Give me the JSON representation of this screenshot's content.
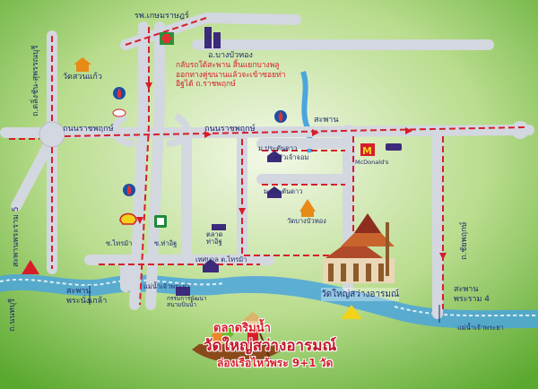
{
  "map": {
    "colors": {
      "background": "#7cc24a",
      "road": "#d3d7df",
      "route": "#d61e2a",
      "river": "#4ba5dd",
      "label": "#1c2a6b"
    },
    "labels": {
      "hospital": "รพ.เกษมราษฎร์",
      "district_office": "อ.บางบัวทอง",
      "wat_suan_kaeo": "วัดสวนแก้ว",
      "chaiyaphruek_road": "ถ.ตลิ่งชัน-สุพรรณบุรี",
      "ratchaphruek_left": "ถนนราชพฤกษ์",
      "ratchaphruek_mid": "ถนนราชพฤกษ์",
      "bridge_top": "สะพาน",
      "moo_ban_1": "ม.ประตันดาว",
      "chiang_mai_1": "ครัวเจ้าจอม",
      "moo_ban_2": "ม.ประตันดาว",
      "wat_bang_bua_thong": "วัดบางบัวทอง",
      "soi_saima": "ซ.ไทรม้า",
      "soi_tha_it": "ซ.ท่าอิฐ",
      "market_tha_it": "ตลาด\nท่าอิฐ",
      "municipality": "เทศบาล ต.ไทรม้า",
      "rama5_bridge": "สะพานพระราม 5",
      "pak_kret_road": "ถ.นนทบุรี",
      "bridge_nangklao": "สะพาน\nพระนั่งเกล้า",
      "river_left": "แม่น้ำเจ้าพระยา",
      "chaiyaphruek_right": "ถ.ชัยพฤกษ์",
      "rama4_bridge": "สะพาน\nพระราม 4",
      "river_right": "แม่น้ำเจ้าพระยา",
      "school": "กรรมการพัฒนา\nสนามบินน้ำ",
      "mcdonald": "McDonald's",
      "route_note": "กลับรถใต้สะพาน สิ้นแยกบางพลู ออกทางคู่ขนานแล้วจะเข้าซอยท่าอิฐได้ ถ.ราชพฤกษ์"
    },
    "temple_name": "วัดใหญ่สว่างอารมณ์",
    "title_line1": "ตลาดริมน้ำ",
    "title_line2": "วัดใหญ่สว่างอารมณ์",
    "title_line3": "ล่องเรือไหว้พระ 9+1 วัด",
    "icons": [
      "fuel-icon",
      "home-icon",
      "temple-icon",
      "building-icon",
      "boat-icon",
      "mcdonalds-icon"
    ]
  }
}
